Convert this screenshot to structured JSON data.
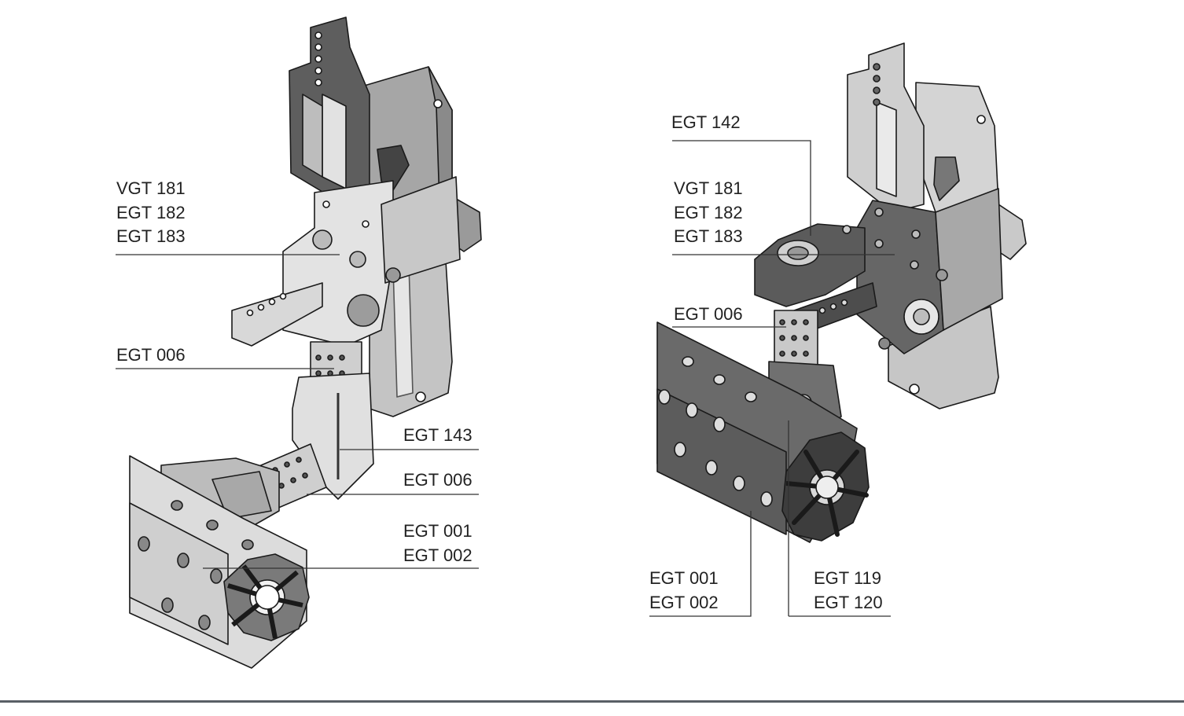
{
  "left_figure": {
    "label_vgt181_group": [
      "VGT 181",
      "EGT 182",
      "EGT 183"
    ],
    "label_egt006_upper": "EGT 006",
    "label_egt143": "EGT 143",
    "label_egt006_lower": "EGT 006",
    "label_egt001_group": [
      "EGT 001",
      "EGT 002"
    ]
  },
  "right_figure": {
    "label_egt142": "EGT 142",
    "label_vgt181_group": [
      "VGT 181",
      "EGT 182",
      "EGT 183"
    ],
    "label_egt006": "EGT 006",
    "label_egt001_group": [
      "EGT 001",
      "EGT 002"
    ],
    "label_egt119_group": [
      "EGT 119",
      "EGT 120"
    ]
  },
  "colors": {
    "light_part": "#d9d9d9",
    "mid_part": "#a8a8a8",
    "dark_part": "#6e6e6e",
    "outline": "#1a1a1a",
    "leader_line": "#333333",
    "bottom_rule": "#5a5f66"
  }
}
